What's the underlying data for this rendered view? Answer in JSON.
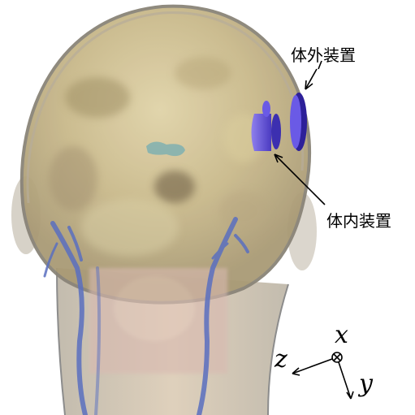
{
  "labels": {
    "external_device": "体外装置",
    "internal_device": "体内装置"
  },
  "axes": {
    "x": "x",
    "y": "y",
    "z": "z"
  },
  "colors": {
    "skin": "#cbbb8e",
    "skin_dark": "#9e8c62",
    "vessel": "#5a6fc0",
    "device": "#6a5ae6",
    "device_dark": "#3c2fb0",
    "ventricle": "#7fb0b0"
  }
}
